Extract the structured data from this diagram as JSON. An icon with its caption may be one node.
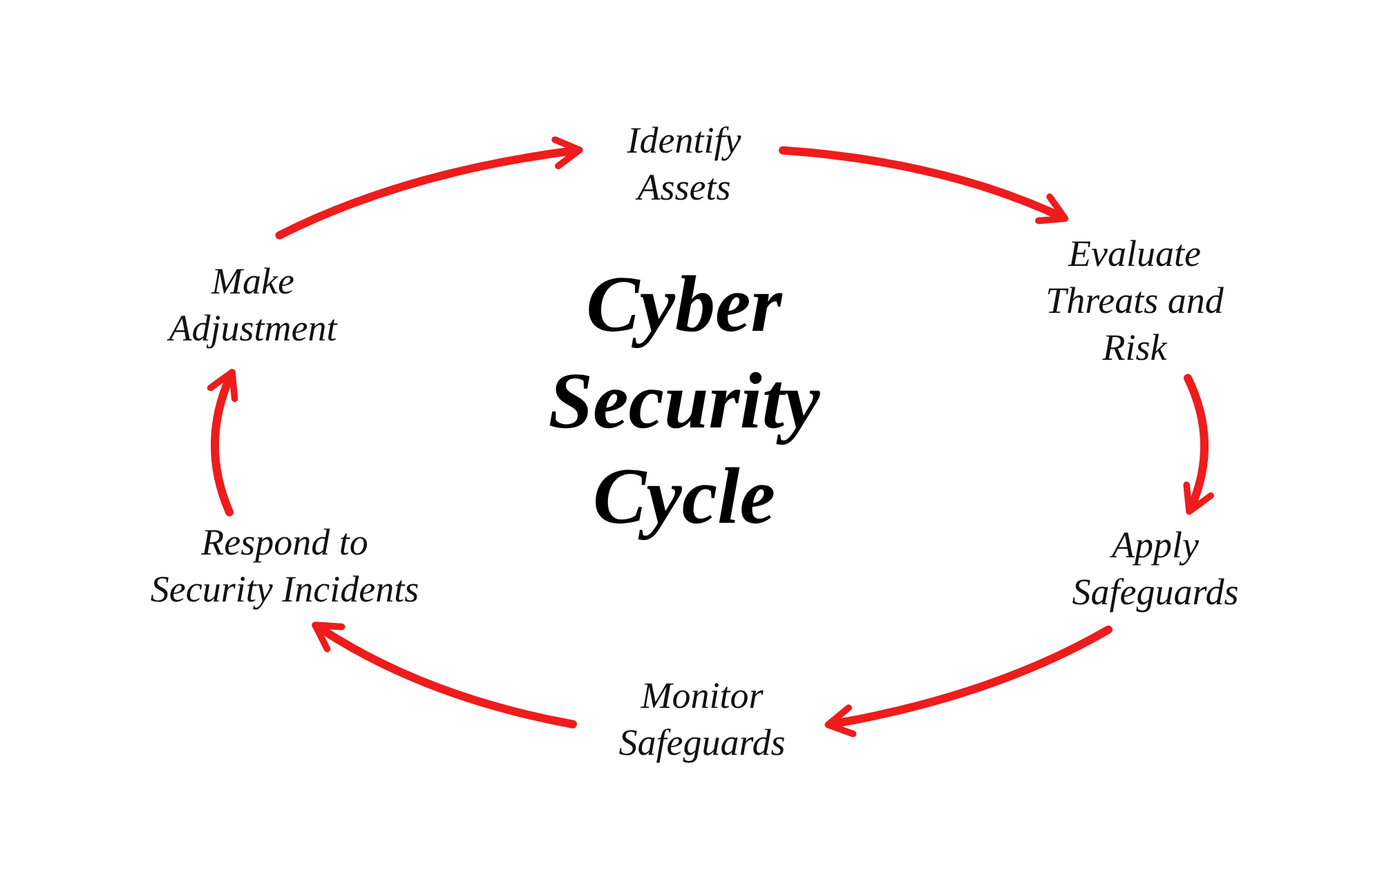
{
  "diagram": {
    "title": "Cyber Security Cycle",
    "nodes": [
      {
        "text": [
          "Identify Assets"
        ]
      },
      {
        "text": [
          "Evaluate Threats and Risk"
        ]
      },
      {
        "text": [
          "Apply Safeguards"
        ]
      },
      {
        "text": [
          "Monitor Safeguards"
        ]
      },
      {
        "text": [
          "Respond to Security Incidents"
        ]
      },
      {
        "text": [
          "Make Adjustment"
        ]
      }
    ],
    "edges": [
      {
        "from": 0,
        "to": 1,
        "arrow": "to"
      },
      {
        "from": 1,
        "to": 2,
        "arrow": "to"
      },
      {
        "from": 2,
        "to": 3,
        "arrow": "to"
      },
      {
        "from": 3,
        "to": 4,
        "arrow": "to"
      },
      {
        "from": 4,
        "to": 5,
        "arrow": "to"
      },
      {
        "from": 5,
        "to": 0,
        "arrow": "to"
      }
    ]
  }
}
